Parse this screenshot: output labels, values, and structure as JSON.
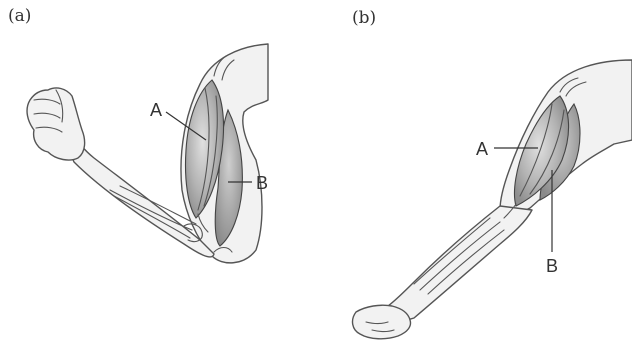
{
  "panels": {
    "left": {
      "label": "(a)",
      "muscle_labels": {
        "a": "A",
        "b": "B"
      }
    },
    "right": {
      "label": "(b)",
      "muscle_labels": {
        "a": "A",
        "b": "B"
      }
    }
  },
  "colors": {
    "skin": "#f2f2f2",
    "outline": "#555555",
    "muscle": "#b5b5b5"
  }
}
